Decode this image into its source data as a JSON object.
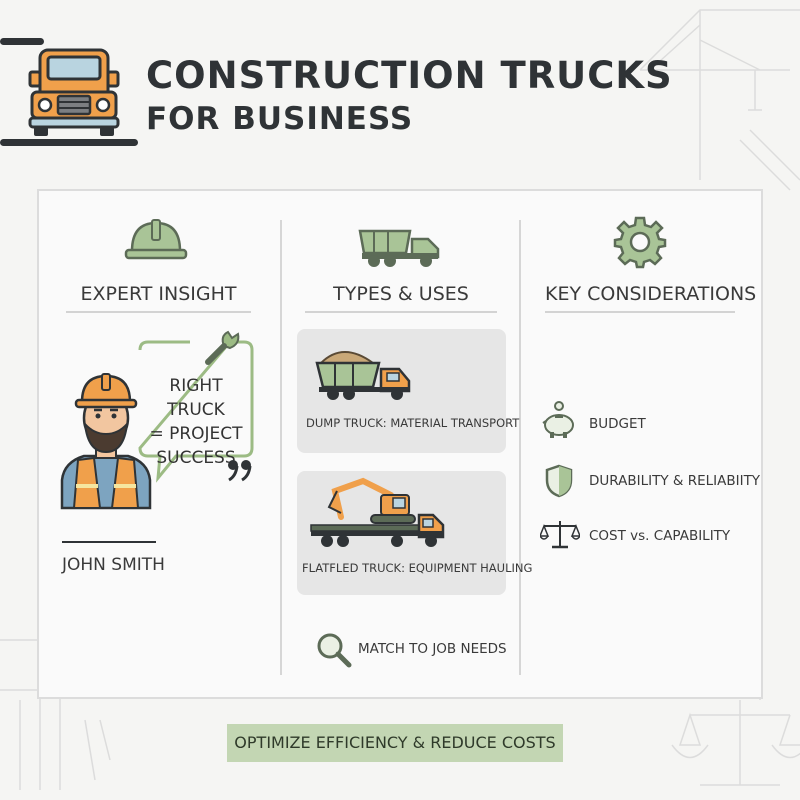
{
  "header": {
    "title_line1": "CONSTRUCTION TRUCKS",
    "title_line2": "FOR BUSINESS",
    "logo_icon": "truck-icon"
  },
  "columns": {
    "expert": {
      "heading": "EXPERT INSIGHT",
      "icon": "hard-hat-icon",
      "quote": [
        "RIGHT TRUCK",
        "= PROJECT",
        "SUCCESS"
      ],
      "name": "JOHN SMITH"
    },
    "types": {
      "heading": "TYPES & USES",
      "icon": "dump-truck-icon",
      "items": [
        {
          "label": "DUMP TRUCK: MATERIAL TRANSPORT",
          "icon": "loaded-dump-truck-icon"
        },
        {
          "label": "FLATFLED TRUCK: EQUIPMENT HAULING",
          "icon": "flatbed-excavator-icon"
        }
      ],
      "match_label": "MATCH TO JOB NEEDS",
      "match_icon": "magnifier-icon"
    },
    "considerations": {
      "heading": "KEY CONSIDERATIONS",
      "icon": "gear-icon",
      "items": [
        {
          "label": "BUDGET",
          "icon": "piggy-bank-icon"
        },
        {
          "label": "DURABILITY & RELIABIITY",
          "icon": "shield-icon"
        },
        {
          "label": "COST vs. CAPABILITY",
          "icon": "scales-icon"
        }
      ]
    }
  },
  "footer": {
    "banner": "OPTIMIZE EFFICIENCY & REDUCE COSTS"
  },
  "colors": {
    "sage": "#c3d6b3",
    "sage_dark": "#8fae79",
    "orange": "#f0a04b",
    "dark": "#2f3336",
    "tile": "#e6e6e6"
  }
}
